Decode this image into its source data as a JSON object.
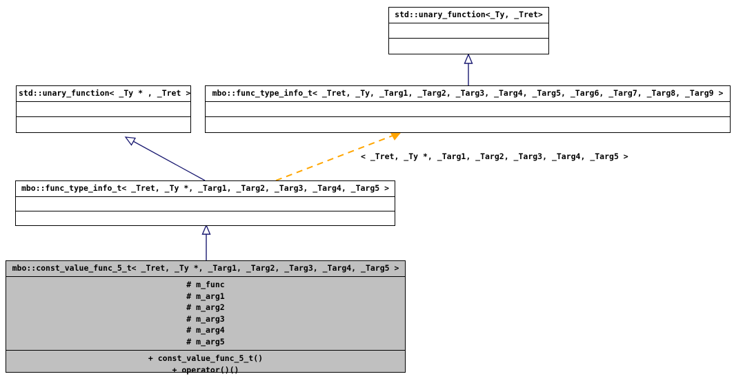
{
  "diagram": {
    "type": "uml-class-inheritance-diagram",
    "colors": {
      "background": "#ffffff",
      "box_fill": "#ffffff",
      "highlight_fill": "#c0c0c0",
      "border": "#000000",
      "inheritance_edge": "#191970",
      "binding_edge": "#ffa500"
    },
    "classes": [
      {
        "id": "std-unary-function-ty-tret",
        "name": "std::unary_function<_Ty, _Tret>",
        "attributes": [],
        "operations": [],
        "highlighted": false
      },
      {
        "id": "std-unary-function-typtr-tret",
        "name": "std::unary_function< _Ty * , _Tret >",
        "attributes": [],
        "operations": [],
        "highlighted": false
      },
      {
        "id": "mbo-func-type-info-t-9",
        "name": "mbo::func_type_info_t< _Tret, _Ty, _Targ1, _Targ2, _Targ3, _Targ4, _Targ5, _Targ6, _Targ7, _Targ8, _Targ9 >",
        "attributes": [],
        "operations": [],
        "highlighted": false
      },
      {
        "id": "mbo-func-type-info-t-5",
        "name": "mbo::func_type_info_t< _Tret, _Ty *, _Targ1, _Targ2, _Targ3, _Targ4, _Targ5 >",
        "attributes": [],
        "operations": [],
        "highlighted": false
      },
      {
        "id": "mbo-const-value-func-5-t",
        "name": "mbo::const_value_func_5_t< _Tret, _Ty *, _Targ1, _Targ2, _Targ3, _Targ4, _Targ5 >",
        "attributes": [
          "# m_func",
          "# m_arg1",
          "# m_arg2",
          "# m_arg3",
          "# m_arg4",
          "# m_arg5"
        ],
        "operations": [
          "+ const_value_func_5_t()",
          "+ operator()()"
        ],
        "highlighted": true
      }
    ],
    "edges": [
      {
        "id": "edge-info9-to-unary-ty-tret",
        "kind": "inheritance",
        "style": "solid",
        "from": "mbo-func-type-info-t-9",
        "to": "std-unary-function-ty-tret",
        "label": ""
      },
      {
        "id": "edge-info5-to-unary-typtr-tret",
        "kind": "inheritance",
        "style": "solid",
        "from": "mbo-func-type-info-t-5",
        "to": "std-unary-function-typtr-tret",
        "label": ""
      },
      {
        "id": "edge-info5-to-info9-binding",
        "kind": "template-binding",
        "style": "dashed",
        "from": "mbo-func-type-info-t-5",
        "to": "mbo-func-type-info-t-9",
        "label": "< _Tret, _Ty *, _Targ1, _Targ2, _Targ3, _Targ4, _Targ5 >"
      },
      {
        "id": "edge-const5-to-info5",
        "kind": "inheritance",
        "style": "solid",
        "from": "mbo-const-value-func-5-t",
        "to": "mbo-func-type-info-t-5",
        "label": ""
      }
    ]
  }
}
